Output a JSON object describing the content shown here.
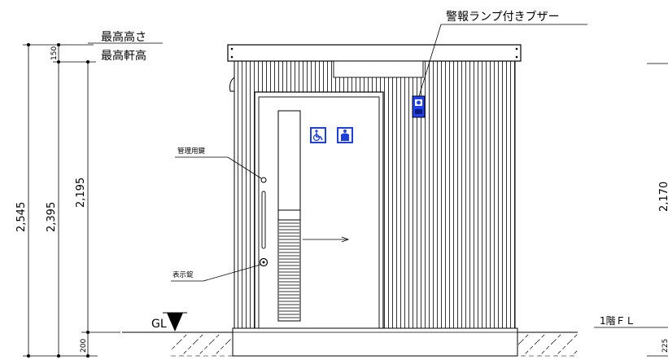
{
  "labels": {
    "max_height": "最高高さ",
    "max_eave_height": "最高軒高",
    "buzzer": "警報ランプ付きブザー",
    "mgmt_key": "管理用鍵",
    "display_lock": "表示錠",
    "ground": "GL",
    "floor_level": "1階ＦＬ"
  },
  "dimensions": {
    "total_height": "2,545",
    "eave_height": "2,395",
    "interior_height": "2,195",
    "roof_offset": "150",
    "base_height": "200",
    "right_height": "2,170",
    "right_base": "225"
  },
  "colors": {
    "line": "#000000",
    "sign_blue": "#1f3fd6",
    "lamp_blue": "#2244ee"
  },
  "icons": [
    "wheelchair-icon",
    "person-icon",
    "alarm-lamp-icon"
  ]
}
